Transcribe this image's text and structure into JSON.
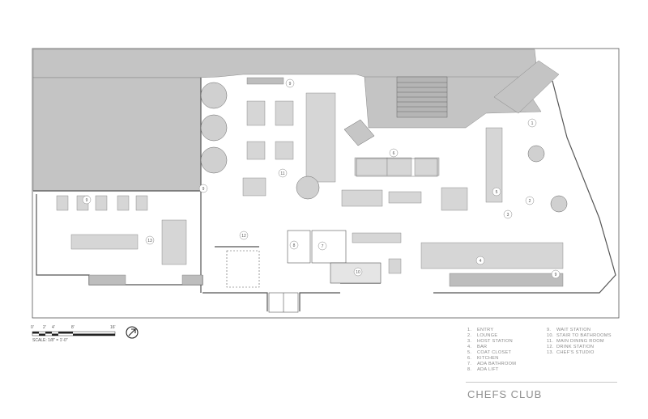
{
  "title": "CHEFS CLUB",
  "scale": {
    "ticks": [
      "0'",
      "2'",
      "4'",
      "8'",
      "16'"
    ],
    "text": "SCALE: 1/8\" = 1'-0\""
  },
  "legend": [
    {
      "num": "1.",
      "label": "ENTRY"
    },
    {
      "num": "2.",
      "label": "LOUNGE"
    },
    {
      "num": "3.",
      "label": "HOST STATION"
    },
    {
      "num": "4.",
      "label": "BAR"
    },
    {
      "num": "5.",
      "label": "COAT CLOSET"
    },
    {
      "num": "6.",
      "label": "KITCHEN"
    },
    {
      "num": "7.",
      "label": "ADA BATHROOM"
    },
    {
      "num": "8.",
      "label": "ADA LIFT"
    },
    {
      "num": "9.",
      "label": "WAIT STATION"
    },
    {
      "num": "10.",
      "label": "STAIR TO BATHROOMS"
    },
    {
      "num": "11.",
      "label": "MAIN DINING ROOM"
    },
    {
      "num": "12.",
      "label": "DRINK STATION"
    },
    {
      "num": "13.",
      "label": "CHEF'S STUDIO"
    }
  ],
  "room_tags": [
    "1",
    "2",
    "3",
    "4",
    "5",
    "6",
    "7",
    "8",
    "9",
    "9",
    "9",
    "9",
    "10",
    "11",
    "12",
    "13"
  ],
  "colors": {
    "shade": "#c4c4c4",
    "dark": "#a9a9a9",
    "line": "#555555",
    "furniture": "#d6d6d6"
  }
}
